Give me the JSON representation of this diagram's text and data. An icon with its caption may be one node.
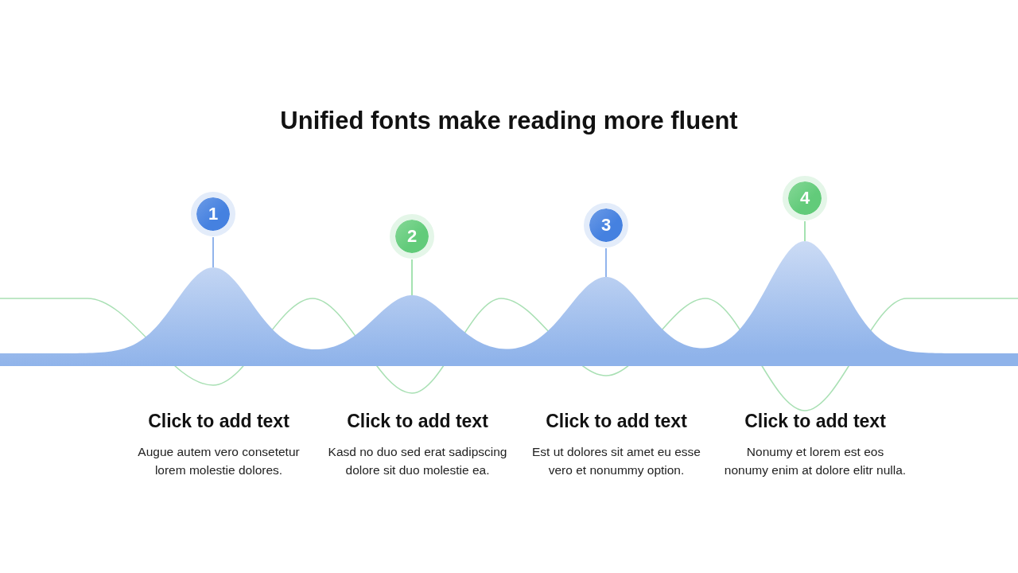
{
  "diagram": {
    "title": "Unified fonts make reading more fluent",
    "nodes": [
      {
        "text": [
          "1"
        ]
      },
      {
        "text": [
          "2"
        ]
      },
      {
        "text": [
          "3"
        ]
      },
      {
        "text": [
          "4"
        ]
      }
    ],
    "edges": [
      {
        "from": 0,
        "to": null,
        "arrow": "none"
      },
      {
        "from": 1,
        "to": null,
        "arrow": "none"
      },
      {
        "from": 2,
        "to": null,
        "arrow": "none"
      },
      {
        "from": 3,
        "to": null,
        "arrow": "none"
      }
    ],
    "labels": [
      "Click to add text",
      "Augue autem vero consetetur lorem molestie dolores.",
      "Click to add text",
      "Kasd no duo sed erat sadipscing dolore sit duo molestie ea.",
      "Click to add text",
      "Est ut dolores sit amet eu esse vero et nonummy option.",
      "Click to add text",
      "Nonumy et lorem est eos nonumy enim at dolore elitr nulla."
    ]
  }
}
